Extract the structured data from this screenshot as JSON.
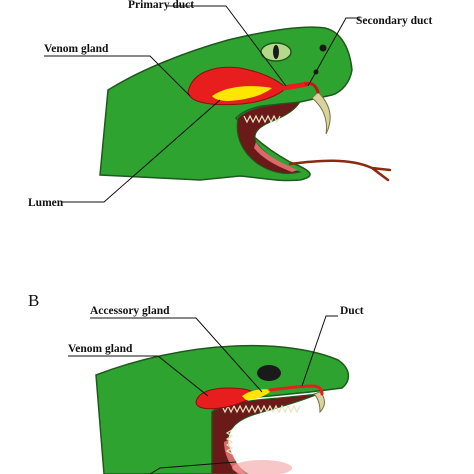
{
  "colors": {
    "head_green": "#2fa32f",
    "head_outline": "#1e5a1e",
    "venom_red": "#e81e1e",
    "venom_yellow": "#ffe600",
    "mouth_interior": "#6b1a1a",
    "gum_pink": "#d96a6a",
    "fang_color": "#d8d4a0",
    "tongue": "#8c2a10",
    "eye_fill": "#b5d98a"
  },
  "panel_a": {
    "labels": {
      "primary_duct": "Primary duct",
      "secondary_duct": "Secondary duct",
      "venom_gland": "Venom gland",
      "lumen": "Lumen"
    }
  },
  "panel_b": {
    "letter": "B",
    "labels": {
      "accessory_gland": "Accessory gland",
      "duct": "Duct",
      "venom_gland": "Venom gland"
    }
  }
}
